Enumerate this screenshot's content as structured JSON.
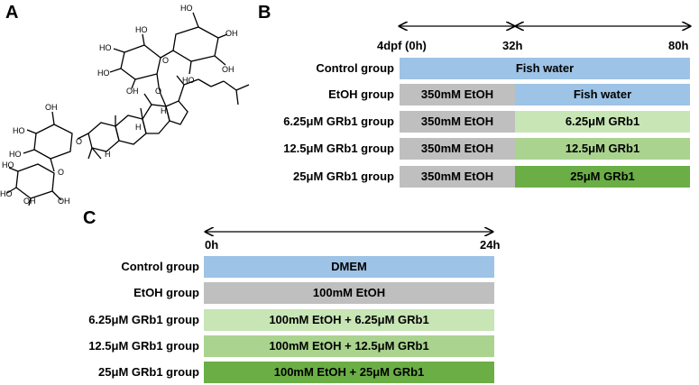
{
  "panels": {
    "a": "A",
    "b": "B",
    "c": "C"
  },
  "colors": {
    "blue": "#9dc3e6",
    "gray": "#bfbfbf",
    "light_green": "#c8e5b5",
    "mid_green": "#a9d38e",
    "dark_green": "#6aae45"
  },
  "molecule": {
    "atoms": {
      "oh": "OH",
      "ho": "HO",
      "o": "O",
      "h": "H"
    }
  },
  "panel_b": {
    "ticks": [
      "4dpf (0h)",
      "32h",
      "80h"
    ],
    "rows": [
      {
        "label": "Control group",
        "segments": [
          "Fish water"
        ]
      },
      {
        "label": "EtOH group",
        "segments": [
          "350mM EtOH",
          "Fish water"
        ]
      },
      {
        "label": "6.25μM GRb1 group",
        "segments": [
          "350mM EtOH",
          "6.25μM GRb1"
        ]
      },
      {
        "label": "12.5μM GRb1 group",
        "segments": [
          "350mM EtOH",
          "12.5μM GRb1"
        ]
      },
      {
        "label": "25μM GRb1 group",
        "segments": [
          "350mM EtOH",
          "25μM GRb1"
        ]
      }
    ]
  },
  "panel_c": {
    "ticks": [
      "0h",
      "24h"
    ],
    "rows": [
      {
        "label": "Control group",
        "segment": "DMEM"
      },
      {
        "label": "EtOH group",
        "segment": "100mM EtOH"
      },
      {
        "label": "6.25μM GRb1 group",
        "segment": "100mM EtOH + 6.25μM GRb1"
      },
      {
        "label": "12.5μM GRb1 group",
        "segment": "100mM EtOH + 12.5μM GRb1"
      },
      {
        "label": "25μM GRb1 group",
        "segment": "100mM EtOH + 25μM GRb1"
      }
    ]
  }
}
